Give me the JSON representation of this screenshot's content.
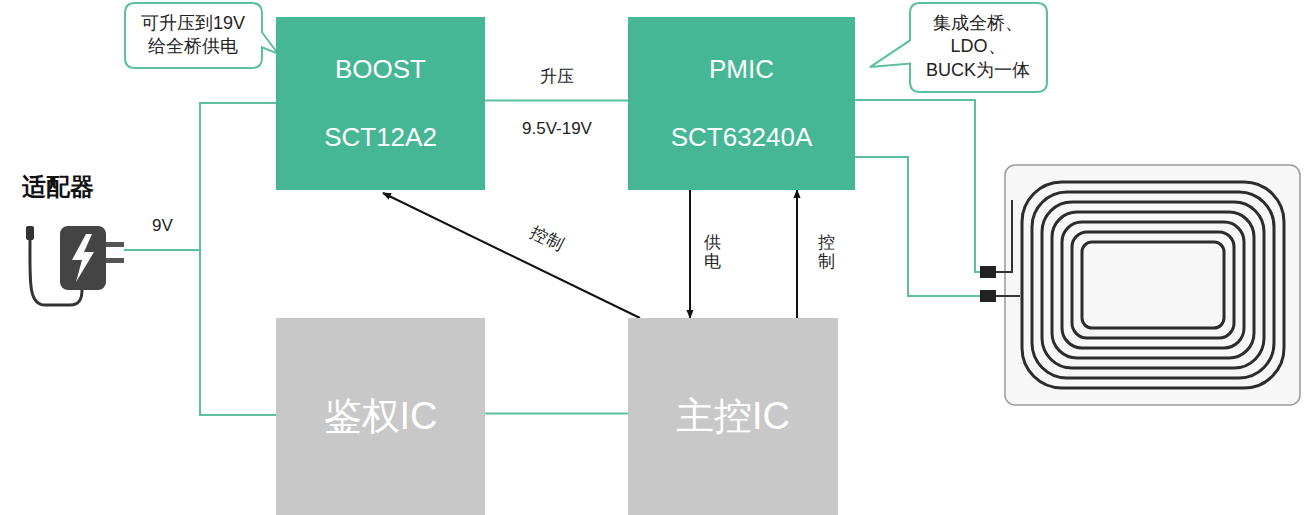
{
  "diagram": {
    "nodes": [
      {
        "text": [
          "可升压到19V 给全桥供电"
        ]
      },
      {
        "text": [
          "BOOST",
          "SCT12A2"
        ]
      },
      {
        "text": [
          "PMIC",
          "SCT63240A"
        ]
      },
      {
        "text": [
          "集成全桥、LDO、 BUCK为一体"
        ]
      },
      {
        "text": [
          "鉴权IC"
        ]
      },
      {
        "text": [
          "主控IC"
        ]
      }
    ],
    "edges": [
      {
        "from": 1,
        "to": 2,
        "arrow": "none",
        "label": "升压"
      },
      {
        "from": 5,
        "to": 1,
        "arrow": "to",
        "label": "控制"
      },
      {
        "from": 2,
        "to": 5,
        "arrow": "to",
        "label": "供电"
      },
      {
        "from": 5,
        "to": 2,
        "arrow": "to",
        "label": "控制"
      },
      {
        "from": 4,
        "to": 5,
        "arrow": "none"
      }
    ],
    "labels": [
      "适配器",
      "9V",
      "9.5V-19V"
    ]
  }
}
